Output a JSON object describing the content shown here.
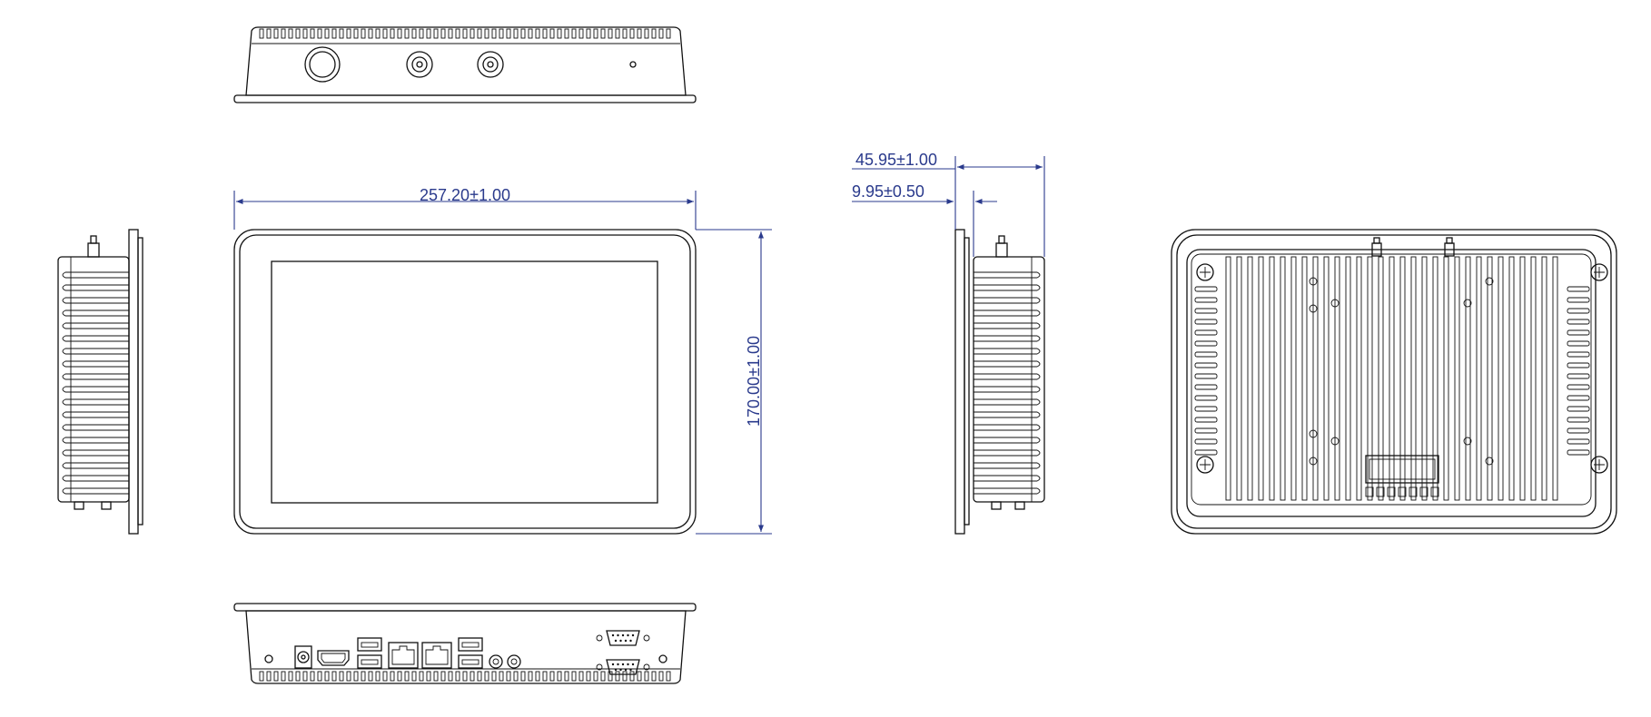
{
  "dimensions": {
    "width": "257.20±1.00",
    "height": "170.00±1.00",
    "depth": "45.95±1.00",
    "bezel": "9.95±0.50"
  },
  "colors": {
    "line": "#111111",
    "dimension": "#2a3a8c",
    "background": "#ffffff"
  }
}
